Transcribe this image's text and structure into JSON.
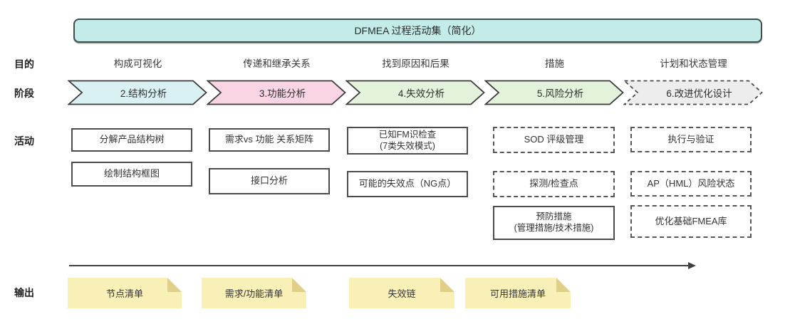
{
  "banner": {
    "title": "DFMEA 过程活动集（简化）",
    "bg_color": "#c3ebe8"
  },
  "row_labels": {
    "purpose": "目的",
    "stage": "阶段",
    "activity": "活动",
    "output": "输出"
  },
  "columns": [
    {
      "purpose": "构成可视化",
      "stage": {
        "label": "2.结构分析",
        "color": "#d9f1f2",
        "border": "solid"
      },
      "activities": [
        {
          "label": "分解产品结构树",
          "style": "solid"
        },
        {
          "label": "绘制结构框图",
          "style": "solid"
        }
      ],
      "output": {
        "label": "节点清单"
      }
    },
    {
      "purpose": "传递和继承关系",
      "stage": {
        "label": "3.功能分析",
        "color": "#f8d4e4",
        "border": "solid"
      },
      "activities": [
        {
          "label": "需求vs 功能 关系矩阵",
          "style": "solid"
        },
        {
          "label": "接口分析",
          "style": "solid"
        }
      ],
      "output": {
        "label": "需求/功能清单"
      }
    },
    {
      "purpose": "找到原因和后果",
      "stage": {
        "label": "4.失效分析",
        "color": "#e3f2da",
        "border": "solid"
      },
      "activities": [
        {
          "label": "已知FM识检查",
          "label2": "(7类失效模式)",
          "style": "solid"
        },
        {
          "label": "可能的失效点（NG点）",
          "style": "solid"
        }
      ],
      "output": {
        "label": "失效链"
      }
    },
    {
      "purpose": "措施",
      "stage": {
        "label": "5.风险分析",
        "color": "#e3f2da",
        "border": "solid"
      },
      "activities": [
        {
          "label": "SOD 评级管理",
          "style": "dashed"
        },
        {
          "label": "探测/检查点",
          "style": "dashed"
        },
        {
          "label": "预防措施",
          "label2": "(管理措施/技术措施)",
          "style": "solid"
        }
      ],
      "output": {
        "label": "可用措施清单"
      }
    },
    {
      "purpose": "计划和状态管理",
      "stage": {
        "label": "6.改进优化设计",
        "color": "#ededee",
        "border": "dashed"
      },
      "activities": [
        {
          "label": "执行与验证",
          "style": "dashed"
        },
        {
          "label": "AP（HML）风险状态",
          "style": "dashed"
        },
        {
          "label": "优化基础FMEA库",
          "style": "dashed"
        }
      ]
    }
  ],
  "notes": {
    "bg_color": "#f9f0b7",
    "fold_color": "#e0cf86"
  },
  "colors": {
    "outline": "#3b3b3b",
    "text": "#333333",
    "arrow": "#414141"
  }
}
